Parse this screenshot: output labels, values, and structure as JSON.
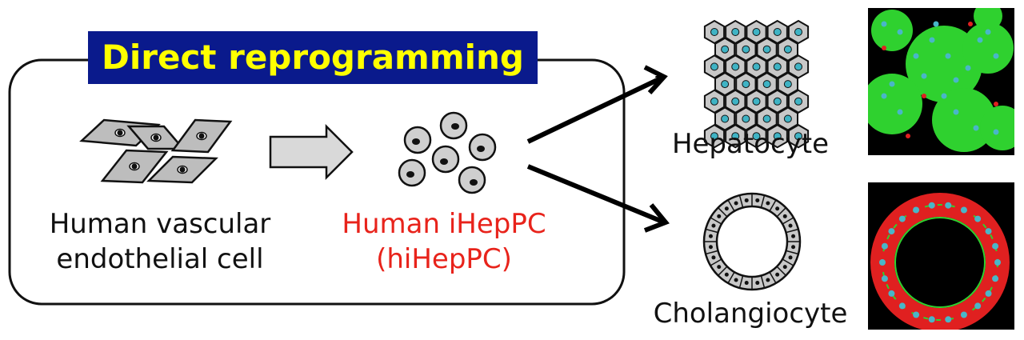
{
  "title": "Direct reprogramming",
  "source_cell": {
    "line1": "Human vascular",
    "line2": "endothelial cell"
  },
  "intermediate_cell": {
    "line1": "Human iHepPC",
    "line2": "(hiHepPC)"
  },
  "outcomes": [
    {
      "label": "Hepatocyte",
      "icon": "hexagon-cells-icon"
    },
    {
      "label": "Cholangiocyte",
      "icon": "ring-cells-icon"
    }
  ],
  "colors": {
    "banner_bg": "#0a1a8c",
    "banner_text": "#ffff00",
    "highlight_text": "#e8231b",
    "cell_fill": "#bdbdbd",
    "photo_green": "#2fd12f",
    "photo_red": "#e02020",
    "photo_cyan": "#49b6c8"
  }
}
